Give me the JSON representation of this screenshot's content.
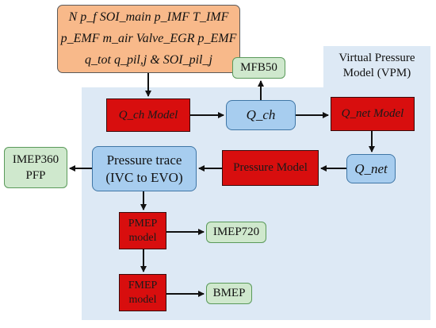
{
  "inputs": {
    "line1": "N   p_f   SOI_main   p_IMF   T_IMF",
    "line2": "p_EMF   m_air   Valve_EGR   p_EMF",
    "line3": "q_tot   q_pil,j  & SOI_pil_j"
  },
  "vpm": {
    "title_line1": "Virtual Pressure",
    "title_line2": "Model (VPM)"
  },
  "nodes": {
    "mfb50": "MFB50",
    "qch_model": "Q_ch Model",
    "qch": "Q_ch",
    "qnet_model": "Q_net Model",
    "qnet": "Q_net",
    "pressure_model": "Pressure Model",
    "pressure_trace_line1": "Pressure trace",
    "pressure_trace_line2": "(IVC to EVO)",
    "imep360_line1": "IMEP360",
    "imep360_line2": "PFP",
    "pmep_line1": "PMEP",
    "pmep_line2": "model",
    "imep720": "IMEP720",
    "fmep_line1": "FMEP",
    "fmep_line2": "model",
    "bmep": "BMEP"
  },
  "colors": {
    "input_fill": "#f8b98a",
    "model_fill": "#d80e0e",
    "signal_fill": "#a7cdef",
    "output_fill": "#cfe8cd",
    "region_fill": "#dde9f5"
  }
}
